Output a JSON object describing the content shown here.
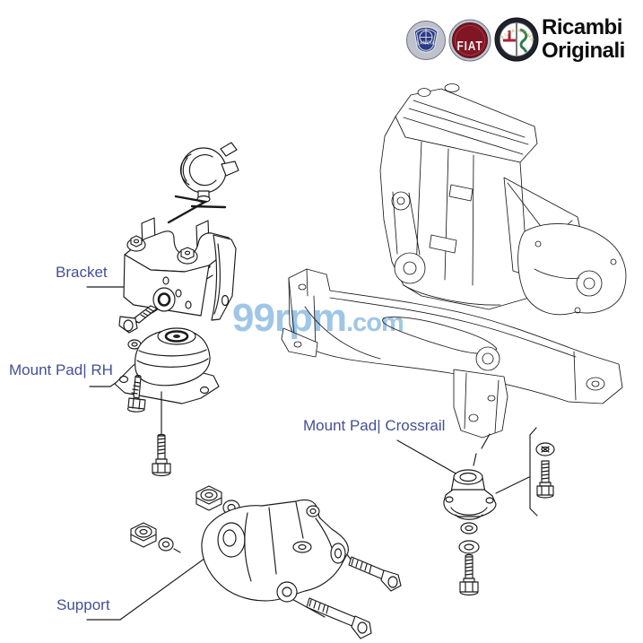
{
  "header": {
    "logos": [
      {
        "name": "lancia-logo",
        "text": "LANCIA"
      },
      {
        "name": "fiat-logo",
        "text": "FIAT"
      },
      {
        "name": "alfa-romeo-logo",
        "text": "ALFA ROMEO"
      }
    ],
    "brand": {
      "line1": "Ricambi",
      "line2": "Originali"
    }
  },
  "watermark": {
    "main": "99rpm",
    "suffix": ".com"
  },
  "labels": {
    "bracket": "Bracket",
    "mount_pad_rh": "Mount Pad| RH",
    "mount_pad_crossrail": "Mount Pad| Crossrail",
    "support": "Support"
  },
  "colors": {
    "label": "#454f95",
    "watermark": "#9fc6e7",
    "line": "#1a1a1a",
    "brand_text": "#0d0d0d",
    "chrome": "#bdc2cc",
    "lancia_blue": "#2a3a85",
    "fiat_red": "#801623",
    "alfa_ring": "#20222b",
    "alfa_red": "#aa2233",
    "alfa_green": "#2e7d4f",
    "alfa_gold": "#c9a85a"
  }
}
